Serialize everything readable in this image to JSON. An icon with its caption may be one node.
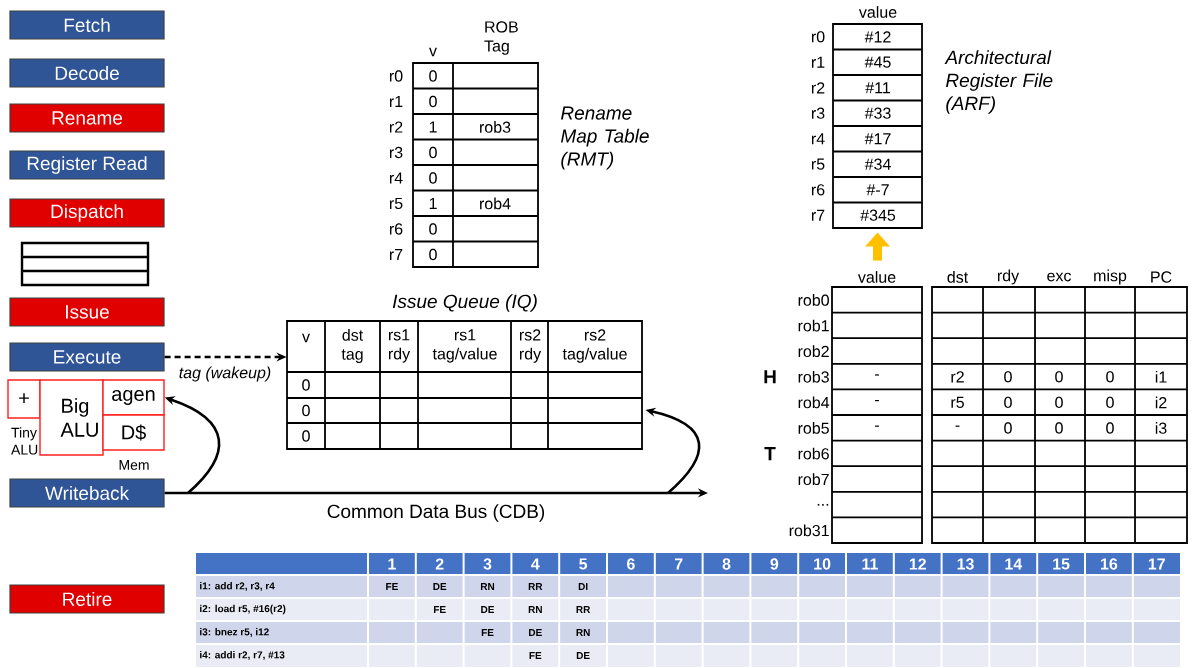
{
  "diagram": {
    "nodes": [
      {
        "text": [
          "Fetch"
        ]
      },
      {
        "text": [
          "Decode"
        ]
      },
      {
        "text": [
          "Rename"
        ]
      },
      {
        "text": [
          "Register Read"
        ]
      },
      {
        "text": [
          "Dispatch"
        ]
      },
      {
        "text": [],
        "shape": "box"
      },
      {
        "text": [
          "Issue"
        ]
      },
      {
        "text": [
          "Execute"
        ]
      },
      {
        "text": [
          "+"
        ],
        "beside": [
          "Tiny ALU"
        ]
      },
      {
        "text": [
          "Big ALU"
        ]
      },
      {
        "text": [
          "agen"
        ]
      },
      {
        "text": [
          "D$"
        ],
        "beside": [
          "Mem"
        ]
      },
      {
        "text": [
          "Writeback"
        ]
      },
      {
        "text": [
          "Retire"
        ]
      },
      {
        "text": [
          "v",
          "ROB Tag",
          "r0",
          "0",
          "r1",
          "0",
          "r2",
          "1",
          "rob3",
          "r3",
          "0",
          "r4",
          "0",
          "r5",
          "1",
          "rob4",
          "r6",
          "0",
          "r7",
          "0"
        ],
        "beside": [
          "Rename Map Table (RMT)"
        ]
      },
      {
        "text": [
          "value",
          "r0",
          "#12",
          "r1",
          "#45",
          "r2",
          "#11",
          "r3",
          "#33",
          "r4",
          "#17",
          "r5",
          "#34",
          "r6",
          "#-7",
          "r7",
          "#345"
        ],
        "beside": [
          "Architectural Register File (ARF)"
        ]
      },
      {
        "text": [
          "Issue Queue (IQ)",
          "v",
          "dst tag",
          "rs1 rdy",
          "rs1 tag/value",
          "rs2 rdy",
          "rs2 tag/value",
          "0",
          "0",
          "0"
        ]
      },
      {
        "text": [
          "value",
          "dst",
          "rdy",
          "exc",
          "misp",
          "PC",
          "rob0",
          "rob1",
          "rob2",
          "H",
          "rob3",
          "-",
          "r2",
          "0",
          "0",
          "0",
          "i1",
          "rob4",
          "-",
          "r5",
          "0",
          "0",
          "0",
          "i2",
          "rob5",
          "-",
          "-",
          "0",
          "0",
          "0",
          "i3",
          "T",
          "rob6",
          "rob7",
          "...",
          "rob31"
        ]
      },
      {
        "text": [
          "1",
          "2",
          "3",
          "4",
          "5",
          "6",
          "7",
          "8",
          "9",
          "10",
          "11",
          "12",
          "13",
          "14",
          "15",
          "16",
          "17",
          "i1: add r2, r3, r4",
          "FE",
          "DE",
          "RN",
          "RR",
          "DI",
          "i2: load r5, #16(r2)",
          "FE",
          "DE",
          "RN",
          "RR",
          "i3: bnez r5, i12",
          "FE",
          "DE",
          "RN",
          "i4: addi r2, r7, #13",
          "FE",
          "DE"
        ]
      }
    ],
    "edges": [
      {
        "from": 7,
        "to": 16,
        "arrow": "to",
        "style": "dashed",
        "label": "tag (wakeup)"
      },
      {
        "from": 12,
        "to": null,
        "arrow": "to",
        "label": "Common Data Bus (CDB)"
      },
      {
        "from": null,
        "to": 10,
        "arrow": "to"
      },
      {
        "from": null,
        "to": 16,
        "arrow": "to"
      },
      {
        "from": 17,
        "to": 15,
        "arrow": "to",
        "style": "thick",
        "color": "#ffc000"
      }
    ]
  }
}
